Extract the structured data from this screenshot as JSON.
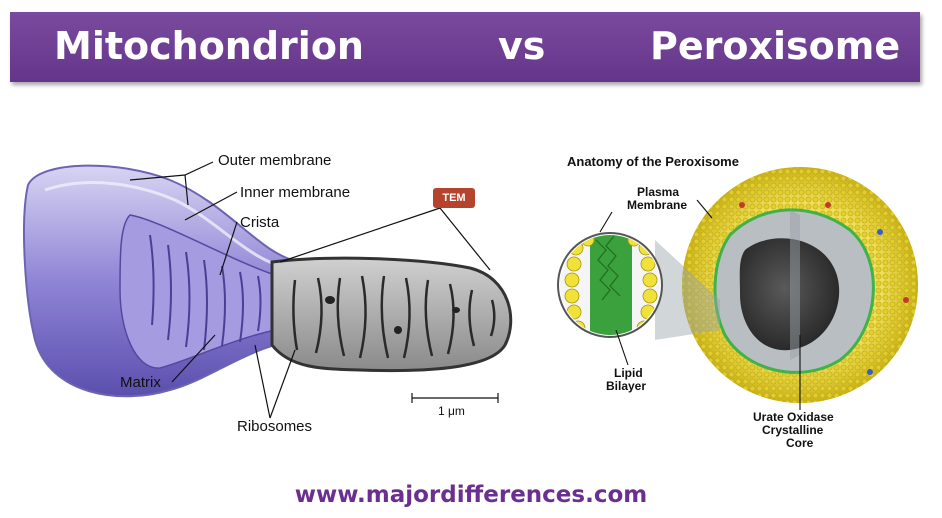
{
  "header": {
    "left_title": "Mitochondrion",
    "middle_title": "vs",
    "right_title": "Peroxisome"
  },
  "mitochondrion": {
    "labels": {
      "outer_membrane": "Outer membrane",
      "inner_membrane": "Inner membrane",
      "crista": "Crista",
      "matrix": "Matrix",
      "ribosomes": "Ribosomes",
      "tem": "TEM",
      "scale": "1 μm"
    }
  },
  "peroxisome": {
    "title": "Anatomy of the Peroxisome",
    "labels": {
      "plasma_membrane_1": "Plasma",
      "plasma_membrane_2": "Membrane",
      "lipid_bilayer_1": "Lipid",
      "lipid_bilayer_2": "Bilayer",
      "core_1": "Urate Oxidase",
      "core_2": "Crystalline",
      "core_3": "Core"
    }
  },
  "footer": {
    "url": "www.majordifferences.com"
  },
  "colors": {
    "banner": "#6b3d91",
    "footer_text": "#6a2f8f",
    "mito_purple": "#8f85d6",
    "perox_yellow": "#e8d23a"
  }
}
